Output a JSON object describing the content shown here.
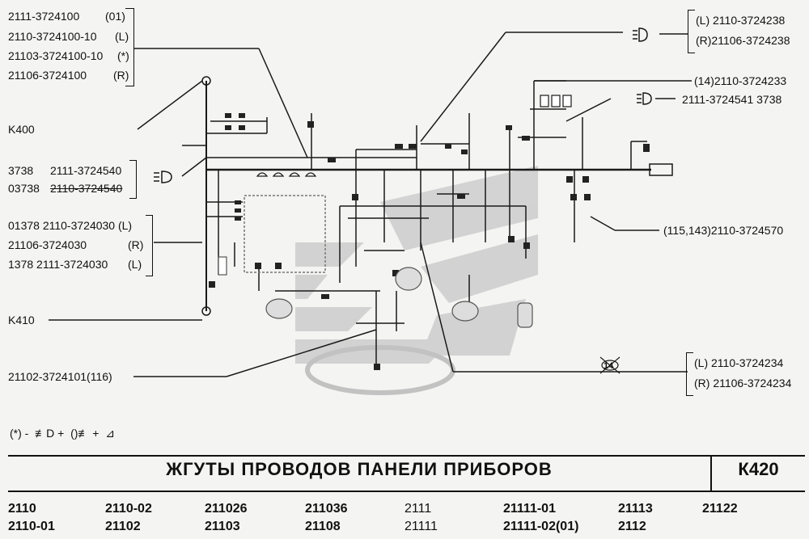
{
  "labels_left_top": [
    "2111-3724100",
    "(01)",
    "2110-3724100-10",
    "(L)",
    "21103-3724100-10",
    "(*)",
    "21106-3724100",
    "(R)"
  ],
  "k400": "K400",
  "fog_left": [
    "3738",
    "2111-3724540",
    "03738",
    "2110-3724540"
  ],
  "harness_mid": [
    "01378 2110-3724030 (L)",
    "21106-3724030",
    "(R)",
    "1378 2111-3724030",
    "(L)"
  ],
  "k410": "K410",
  "bottom_left": "21102-3724101(116)",
  "right_top": [
    "(L)  2110-3724238",
    "(R)21106-3724238"
  ],
  "right_r1": "(14)2110-3724233",
  "right_r2": "2111-3724541  3738",
  "right_mid": "(115,143)2110-3724570",
  "right_bottom": [
    "(L)   2110-3724234",
    "(R) 21106-3724234"
  ],
  "right_bottom_icon": "14",
  "legend": "(*) -",
  "title": "ЖГУТЫ  ПРОВОДОВ  ПАНЕЛИ  ПРИБОРОВ",
  "code": "К420",
  "models_row1": [
    "2110",
    "2110-02",
    "211026",
    "211036",
    "2111",
    "21111-01",
    "21113",
    "21122"
  ],
  "models_row2": [
    "2110-01",
    "21102",
    "21103",
    "21108",
    "21111",
    "21111-02(01)",
    "2112"
  ],
  "colors": {
    "watermark": "#c8c8c8",
    "line": "#1a1a1a"
  }
}
